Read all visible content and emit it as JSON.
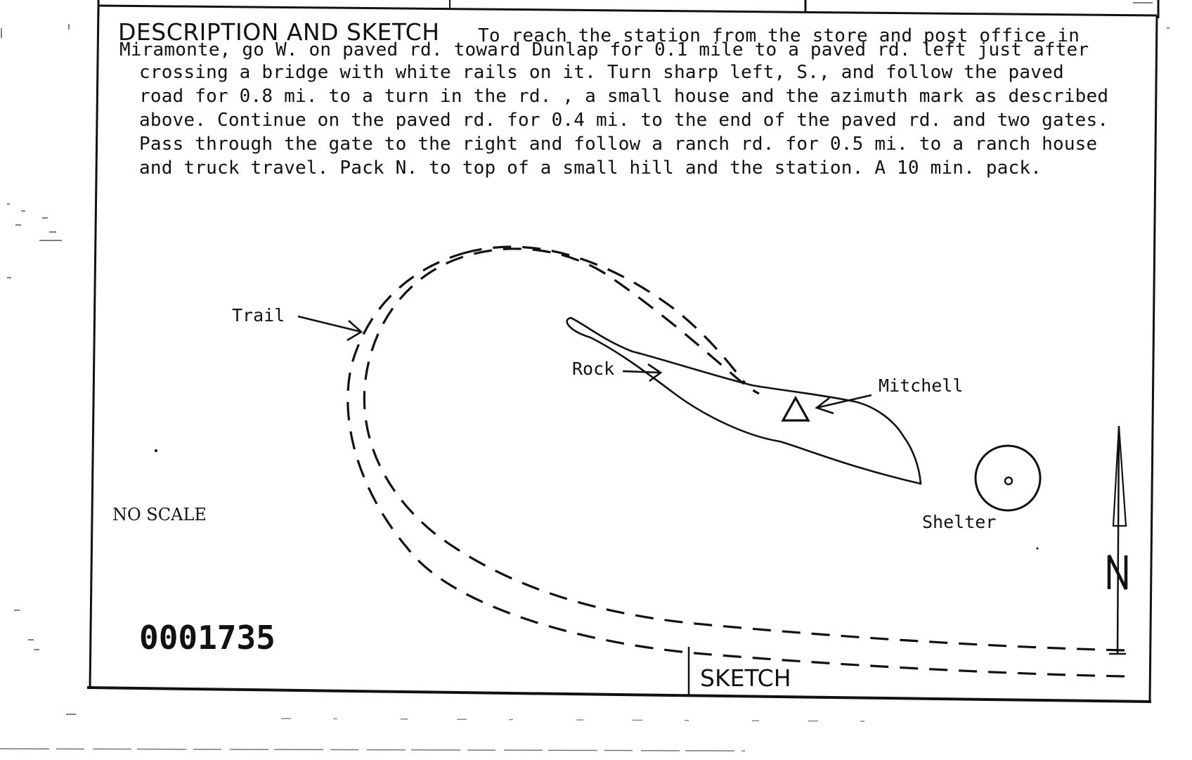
{
  "heading": "DESCRIPTION AND SKETCH",
  "description_lines": [
    "To reach the station from the store and post office in",
    "Miramonte, go W. on paved rd. toward Dunlap for 0.1 mile to a paved rd. left just after",
    "crossing a bridge with white rails on it. Turn sharp left, S., and follow the paved",
    "road for 0.8 mi. to a turn in the rd. , a small house and the azimuth mark as described",
    "above. Continue on the paved rd. for 0.4 mi. to the end of the paved rd. and two gates.",
    "Pass through the gate to the right and follow a ranch rd. for 0.5 mi. to a ranch house",
    "and truck travel. Pack N. to top of a small hill and the station. A 10 min. pack."
  ],
  "sketch": {
    "labels": {
      "trail": "Trail",
      "rock": "Rock",
      "mitchell": "Mitchell",
      "shelter": "Shelter"
    },
    "north_arrow": "N",
    "scale_note": "NO SCALE"
  },
  "control_number": "0001735",
  "footer_label": "SKETCH",
  "colors": {
    "ink": "#111111",
    "paper": "#ffffff"
  },
  "icons": {
    "station": "triangle-station-icon",
    "shelter": "circle-shelter-icon",
    "north": "north-arrow-icon"
  }
}
